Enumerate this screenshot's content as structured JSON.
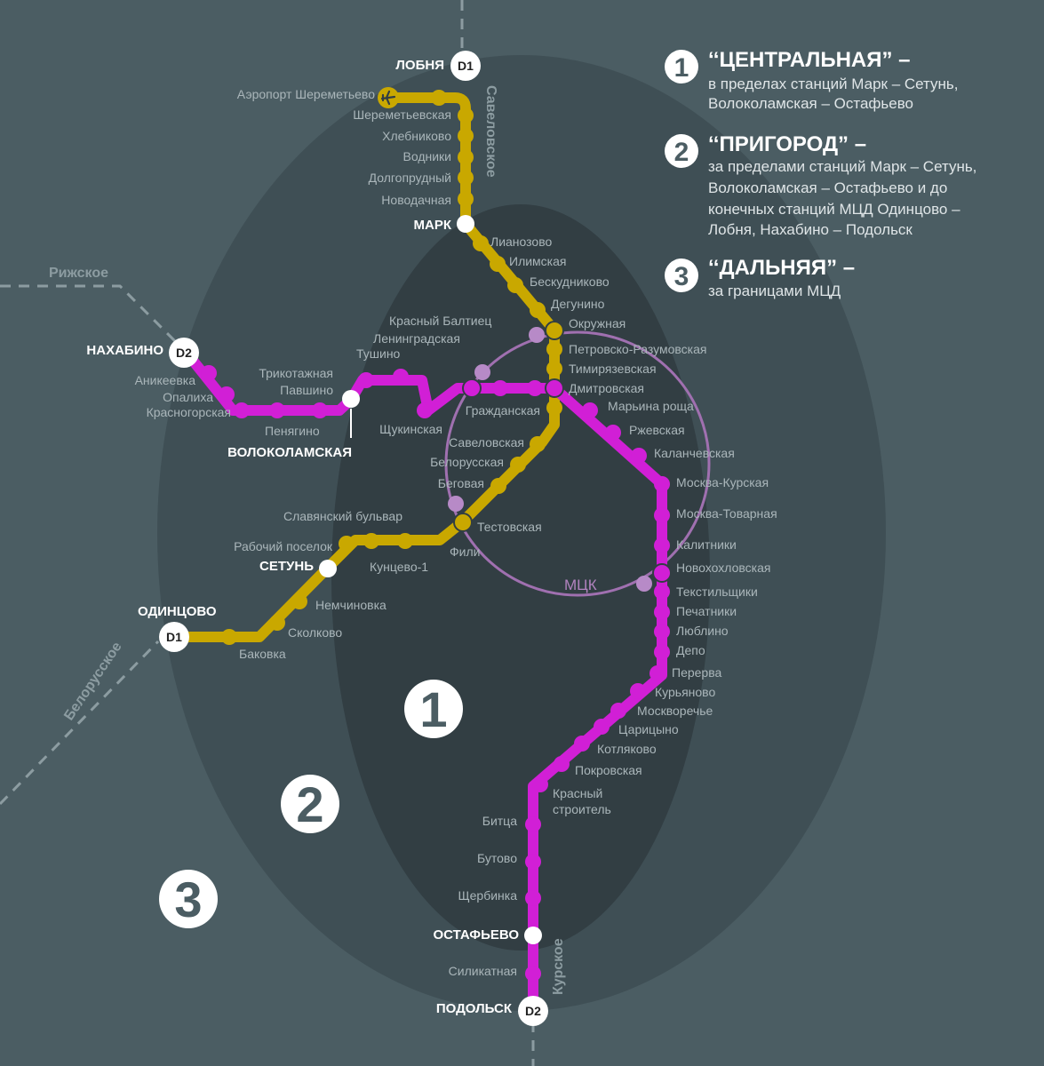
{
  "colors": {
    "background": "#4b5d63",
    "zone2": "#3f4f55",
    "zone1": "#323e43",
    "d1_line": "#c9a800",
    "d2_line": "#d11fd6",
    "mck_ring": "#a070b0",
    "mck_station": "#b78ac7",
    "text_station": "#aab6ba",
    "dashed": "#8c9ca1"
  },
  "lines": {
    "d1": {
      "badge": "D1",
      "color": "#c9a800"
    },
    "d2": {
      "badge": "D2",
      "color": "#d11fd6"
    }
  },
  "terminals": {
    "lobnya": {
      "label": "ЛОБНЯ",
      "badge": "D1"
    },
    "odintsovo": {
      "label": "ОДИНЦОВО",
      "badge": "D1"
    },
    "nakhabino": {
      "label": "НАХАБИНО",
      "badge": "D2"
    },
    "podolsk": {
      "label": "ПОДОЛЬСК",
      "badge": "D2"
    }
  },
  "boundaries": {
    "mark": "МАРК",
    "setun": "СЕТУНЬ",
    "volokolamskaya": "ВОЛОКОЛАМСКАЯ",
    "ostafyevo": "ОСТАФЬЕВО"
  },
  "stations": {
    "airport": "Аэропорт Шереметьево",
    "sheremetyevskaya": "Шереметьевская",
    "khlebnikovo": "Хлебниково",
    "vodniki": "Водники",
    "dolgoprudny": "Долгопрудный",
    "novodachnaya": "Новодачная",
    "lianozovo": "Лианозово",
    "ilimskaya": "Илимская",
    "beskudnikovo": "Бескудниково",
    "degunino": "Дегунино",
    "okruzhnaya": "Окружная",
    "petrovsko": "Петровско-Разумовская",
    "timiryazevskaya": "Тимирязевская",
    "dmitrovskaya": "Дмитровская",
    "maryina_roshcha": "Марьина роща",
    "rzhevskaya": "Ржевская",
    "kalanchevskaya": "Каланчевская",
    "moskva_kurskaya": "Москва-Курская",
    "moskva_tovarnaya": "Москва-Товарная",
    "kalitniki": "Калитники",
    "novokhokhlovskaya": "Новохохловская",
    "tekstilshchiki": "Текстильщики",
    "pechatniki": "Печатники",
    "lyublino": "Люблино",
    "depo": "Депо",
    "pererva": "Перерва",
    "kuryanovo": "Курьяново",
    "moskvorechye": "Москворечье",
    "tsaritsyno": "Царицыно",
    "kotlyakovo": "Котляково",
    "pokrovskaya": "Покровская",
    "krasny_1": "Красный",
    "krasny_2": "строитель",
    "bittsa": "Битца",
    "butovo": "Бутово",
    "shcherbinka": "Щербинка",
    "silikatnaya": "Силикатная",
    "krasny_baltiets": "Красный Балтиец",
    "leningradskaya": "Ленинградская",
    "tushino": "Тушино",
    "trikotazhnaya": "Трикотажная",
    "pavshino": "Павшино",
    "penyagino": "Пенягино",
    "anikeevka": "Аникеевка",
    "opalikha": "Опалиха",
    "krasnogorskaya": "Красногорская",
    "shchukinskaya": "Щукинская",
    "grazhdanskaya": "Гражданская",
    "savelovskaya": "Савеловская",
    "belorusskaya": "Белорусская",
    "begovaya": "Беговая",
    "testovskaya": "Тестовская",
    "slavyansky": "Славянский бульвар",
    "rabochy": "Рабочий поселок",
    "kuntsevo": "Кунцево-1",
    "fili": "Фили",
    "nemchinovka": "Немчиновка",
    "skolkovo": "Сколково",
    "bakovka": "Баковка"
  },
  "directions": {
    "rizhskoe": "Рижское",
    "savelovskoe": "Савеловское",
    "belorusskoe": "Белорусское",
    "kurskoe": "Курское"
  },
  "ring": {
    "label": "МЦК"
  },
  "zones": {
    "z1": "1",
    "z2": "2",
    "z3": "3"
  },
  "legend": [
    {
      "number": "1",
      "title": "‘‘ЦЕНТРАЛЬНАЯ” –",
      "lines": [
        "в пределах станций Марк – Сетунь,",
        "Волоколамская – Остафьево"
      ]
    },
    {
      "number": "2",
      "title": "‘‘ПРИГОРОД” –",
      "lines": [
        "за пределами станций Марк – Сетунь,",
        "Волоколамская – Остафьево и до",
        "конечных станций МЦД Одинцово –",
        "Лобня, Нахабино – Подольск"
      ]
    },
    {
      "number": "3",
      "title": "‘‘ДАЛЬНЯЯ” –",
      "lines": [
        "за границами МЦД"
      ]
    }
  ]
}
